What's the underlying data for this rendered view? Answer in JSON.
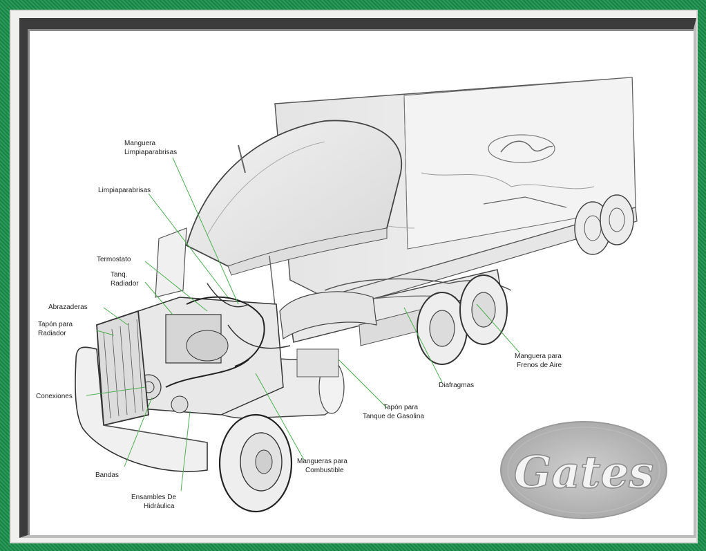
{
  "labels": {
    "manguera_limpiaparabrisas_1": "Manguera",
    "manguera_limpiaparabrisas_2": "Limpiaparabrisas",
    "limpiaparabrisas": "Limpiaparabrisas",
    "termostato": "Termostato",
    "tanq_radiador_1": "Tanq.",
    "tanq_radiador_2": "Radiador",
    "abrazaderas": "Abrazaderas",
    "tapon_radiador_1": "Tapón para",
    "tapon_radiador_2": "Radiador",
    "conexiones": "Conexiones",
    "bandas": "Bandas",
    "ensambles_1": "Ensambles De",
    "ensambles_2": "Hidráulica",
    "mangueras_combustible_1": "Mangueras para",
    "mangueras_combustible_2": "Combustible",
    "tapon_tanque_1": "Tapón para",
    "tapon_tanque_2": "Tanque de Gasolina",
    "diafragmas": "Diafragmas",
    "manguera_frenos_1": "Manguera para",
    "manguera_frenos_2": "Frenos de Aire"
  },
  "brand": {
    "logo_text": "Gates"
  },
  "colors": {
    "border_green": "#1f8f4e",
    "leader_line": "#4caf50",
    "frame_dark": "#3c3c3c"
  }
}
